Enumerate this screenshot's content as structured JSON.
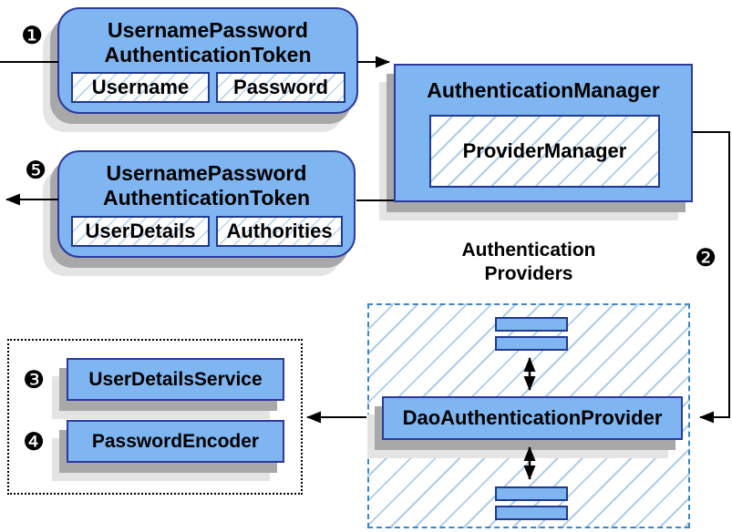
{
  "steps": {
    "s1": "❶",
    "s2": "❷",
    "s3": "❸",
    "s4": "❹",
    "s5": "❺"
  },
  "token_request": {
    "title_line1": "UsernamePassword",
    "title_line2": "AuthenticationToken",
    "fields": [
      "Username",
      "Password"
    ]
  },
  "token_response": {
    "title_line1": "UsernamePassword",
    "title_line2": "AuthenticationToken",
    "fields": [
      "UserDetails",
      "Authorities"
    ]
  },
  "authentication_manager": {
    "title": "AuthenticationManager",
    "inner": "ProviderManager"
  },
  "providers_group": {
    "heading_line1": "Authentication",
    "heading_line2": "Providers",
    "provider": "DaoAuthenticationProvider"
  },
  "dependencies_group": {
    "items": [
      "UserDetailsService",
      "PasswordEncoder"
    ]
  },
  "colors": {
    "box_fill": "#7fb5f0",
    "box_border": "#2b3a9e",
    "hatch_line": "#aecde9",
    "dashed_border": "#3d85c8",
    "shadow_dark": "#a8a8a8",
    "shadow_light": "#e4e4e4",
    "arrow": "#000000"
  }
}
